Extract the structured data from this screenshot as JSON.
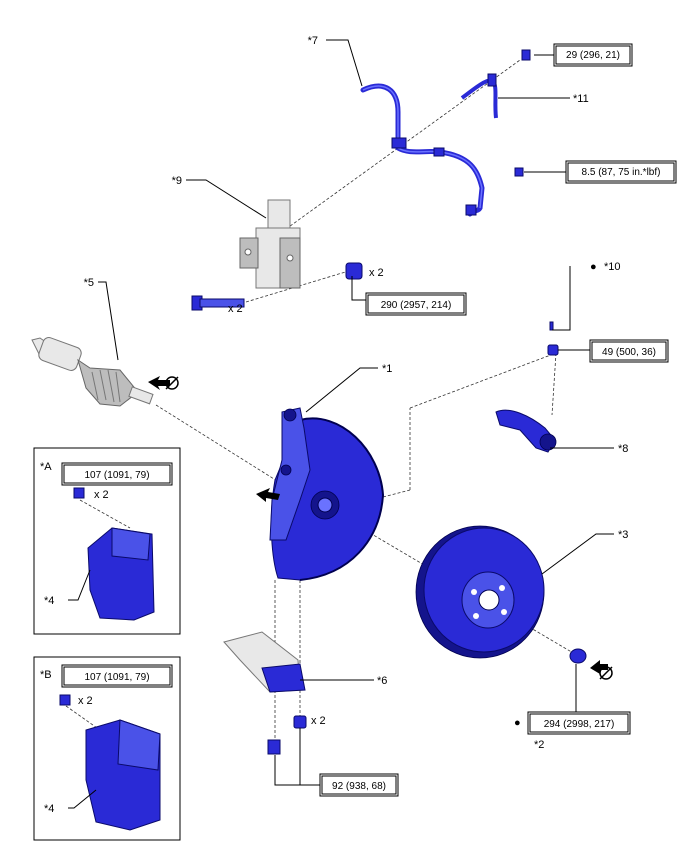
{
  "callouts": {
    "c1": "*1",
    "c2": "*2",
    "c3": "*3",
    "c4a": "*4",
    "c4b": "*4",
    "c5": "*5",
    "c6": "*6",
    "c7": "*7",
    "c8": "*8",
    "c9": "*9",
    "c10": "*10",
    "c11": "*11",
    "inset_a": "*A",
    "inset_b": "*B"
  },
  "torques": {
    "t29": "29 (296, 21)",
    "t85": "8.5 (87, 75 in.*lbf)",
    "t290": "290 (2957, 214)",
    "t49": "49 (500, 36)",
    "t107a": "107 (1091, 79)",
    "t107b": "107 (1091, 79)",
    "t294": "294 (2998, 217)",
    "t92": "92 (938, 68)"
  },
  "quantities": {
    "q_290_nut": "x 2",
    "q_290_bolt": "x 2",
    "q_107a": "x 2",
    "q_107b": "x 2",
    "q_92": "x 2"
  },
  "symbols": {
    "bullet_10": "●",
    "bullet_294": "●"
  },
  "colors": {
    "part_blue": "#2a2ad6",
    "part_outline": "#0a0a6a",
    "grey_component": "#e8e8e8"
  }
}
